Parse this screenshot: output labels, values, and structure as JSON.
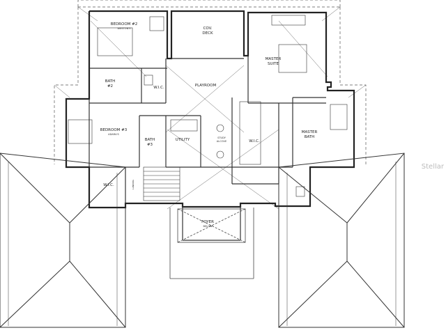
{
  "rooms": {
    "bed2_name": "BEDROOM #2",
    "bed2_sub": "WESTON'S",
    "cov_deck_name": "COV.",
    "cov_deck_name2": "DECK",
    "master_suite_name": "MASTER",
    "master_suite_name2": "SUITE",
    "bath2_name": "BATH",
    "bath2_num": "#2",
    "wic_small": "W.I.C.",
    "playroom_name": "PLAYROOM",
    "bed3_name": "BEDROOM #3",
    "bed3_sub": "ADARA'S",
    "bath3_name": "BATH",
    "bath3_num": "#3",
    "utility_name": "UTILITY",
    "study_name": "STUDY",
    "study_name2": "ALCOVE",
    "wic_master": "W.I.C.",
    "master_bath_name": "MASTER",
    "master_bath_name2": "BATH",
    "wic_left": "W.I.C.",
    "landing_name": "LANDING",
    "foyer_name": "FOYER",
    "foyer_sub": "BELOW"
  },
  "watermark": "Stellar"
}
